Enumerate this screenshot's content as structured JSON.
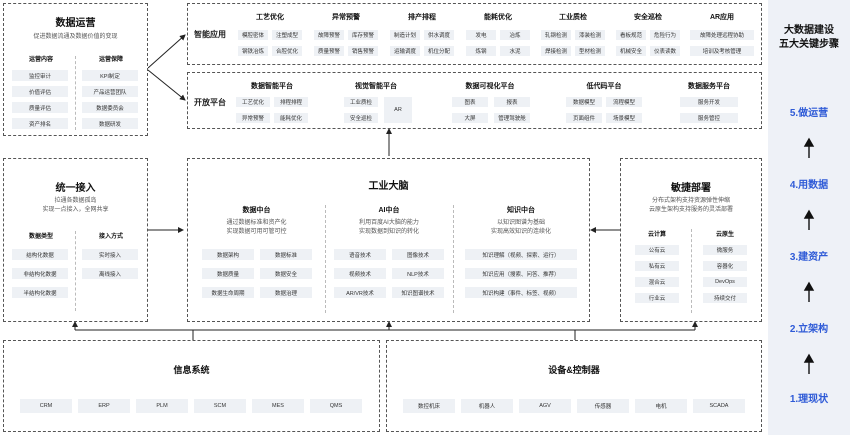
{
  "ops": {
    "title": "数据运营",
    "subtitle": "促进数据流通及数据价值的变现",
    "content": {
      "title": "运营内容",
      "items": [
        "监控审计",
        "价值评估",
        "质量评估",
        "资产排名"
      ]
    },
    "guarantee": {
      "title": "运营保障",
      "items": [
        "KPI制定",
        "产品运营团队",
        "数据委员会",
        "数据研发"
      ]
    }
  },
  "smart_apps": {
    "label": "智能应用",
    "groups": [
      {
        "title": "工艺优化",
        "items": [
          "模腔密体",
          "注塑成型",
          "钢铁冶炼",
          "合腔优化"
        ]
      },
      {
        "title": "异常预警",
        "items": [
          "故障预警",
          "库存预警",
          "质量预警",
          "销售预警"
        ]
      },
      {
        "title": "排产排程",
        "items": [
          "制造计划",
          "供水调度",
          "运输调度",
          "机位分配"
        ]
      },
      {
        "title": "能耗优化",
        "items": [
          "发电",
          "冶炼",
          "炼钢",
          "水泥"
        ]
      },
      {
        "title": "工业质检",
        "items": [
          "轧钢检测",
          "漆装检测",
          "焊接检测",
          "型材检测"
        ]
      },
      {
        "title": "安全巡检",
        "items": [
          "看板规范",
          "危险行为",
          "机械安全",
          "仪表读数"
        ]
      },
      {
        "title": "AR应用",
        "items": [
          "故障处理远程协助",
          "培训及考核管理"
        ]
      }
    ]
  },
  "open_platform": {
    "label": "开放平台",
    "groups": [
      {
        "title": "数据智能平台",
        "items": [
          "工艺优化",
          "排程排程",
          "异常预警",
          "能耗优化"
        ]
      },
      {
        "title": "视觉智能平台",
        "items": [
          "工业质检",
          "安全巡检",
          "AR"
        ]
      },
      {
        "title": "数据可视化平台",
        "items": [
          "图表",
          "报表",
          "大屏",
          "管理驾驶舱"
        ]
      },
      {
        "title": "低代码平台",
        "items": [
          "数据模型",
          "流程模型",
          "页面组件",
          "场景模型"
        ]
      },
      {
        "title": "数据服务平台",
        "items": [
          "服务开发",
          "服务管控"
        ]
      }
    ]
  },
  "access": {
    "title": "统一接入",
    "subtitle": [
      "拉通各数据孤岛",
      "实现一点接入，全网共享"
    ],
    "types": {
      "title": "数据类型",
      "items": [
        "结构化数据",
        "非结构化数据",
        "半结构化数据"
      ]
    },
    "methods": {
      "title": "接入方式",
      "items": [
        "实时接入",
        "离线接入"
      ]
    }
  },
  "brain": {
    "title": "工业大脑",
    "data_center": {
      "title": "数据中台",
      "desc": [
        "通过数据标准和资产化",
        "实现数据可用可管可控"
      ],
      "items": [
        "数据架构",
        "数据标准",
        "数据质量",
        "数据安全",
        "数据生命周期",
        "数据治理"
      ]
    },
    "ai_center": {
      "title": "AI中台",
      "desc": [
        "利用百度AI大脑的能力",
        "实现数据到知识的转化"
      ],
      "items": [
        "语音技术",
        "图像技术",
        "视频技术",
        "NLP技术",
        "AR/VR技术",
        "知识图谱技术"
      ]
    },
    "knowledge_center": {
      "title": "知识中台",
      "desc": [
        "以知识图谱为基础",
        "实现高效知识的连续化"
      ],
      "items": [
        "知识理解（视频、探索、运行）",
        "知识应用（搜索、问答、推荐）",
        "知识构建（事件、标签、视频）"
      ]
    }
  },
  "agile": {
    "title": "敏捷部署",
    "subtitle": [
      "分布式架构支持资源弹性伸缩",
      "云原生架构支持服务的灵活部署"
    ],
    "cloud": {
      "title": "云计算",
      "items": [
        "公有云",
        "私有云",
        "混合云",
        "行业云"
      ]
    },
    "native": {
      "title": "云原生",
      "items": [
        "微服务",
        "容器化",
        "DevOps",
        "持续交付"
      ]
    }
  },
  "info_systems": {
    "title": "信息系统",
    "items": [
      "CRM",
      "ERP",
      "PLM",
      "SCM",
      "MES",
      "QMS"
    ]
  },
  "devices": {
    "title": "设备&控制器",
    "items": [
      "数控机床",
      "机器人",
      "AGV",
      "传感器",
      "电机",
      "SCADA"
    ]
  },
  "steps": {
    "title": [
      "大数据建设",
      "五大关键步骤"
    ],
    "items": [
      "5.做运营",
      "4.用数据",
      "3.建资产",
      "2.立架构",
      "1.理现状"
    ]
  },
  "colors": {
    "accent": "#2f5bd7",
    "panel": "#eef1f7",
    "chip": "#eef1f5"
  }
}
